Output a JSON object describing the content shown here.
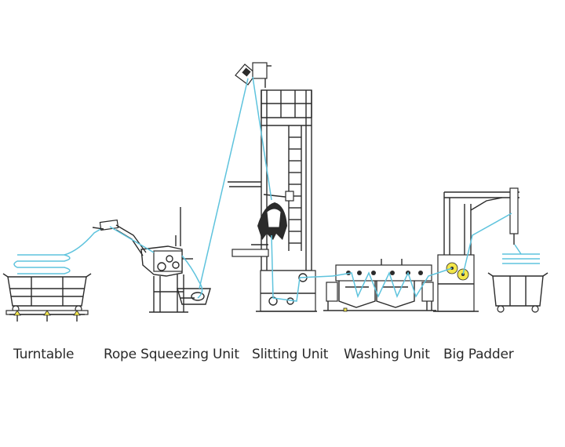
{
  "labels": {
    "turntable": "Turntable",
    "rope_squeezing_unit": "Rope Squeezing Unit",
    "slitting_unit": "Slitting Unit",
    "washing_unit": "Washing Unit",
    "big_padder": "Big Padder"
  },
  "colors": {
    "fabric_path": "#5ec3dd",
    "machine_line": "#2b2b2b",
    "highlight": "#f3e64b",
    "background": "#ffffff"
  }
}
